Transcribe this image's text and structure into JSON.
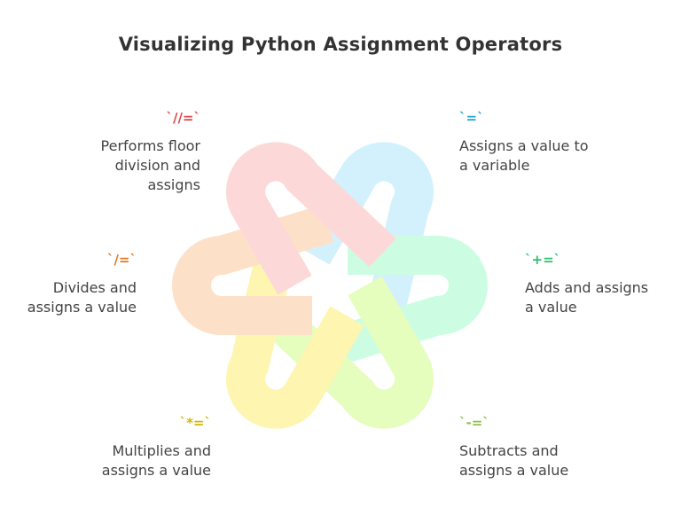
{
  "title": "Visualizing Python Assignment Operators",
  "items": [
    {
      "id": "assign",
      "op": "`=`",
      "desc": "Assigns a value to a variable",
      "color": "#1fa6d8",
      "fill": "#d3f1fd"
    },
    {
      "id": "add",
      "op": "`+=`",
      "desc": "Adds and assigns a value",
      "color": "#2fbf71",
      "fill": "#ccfde3"
    },
    {
      "id": "subtract",
      "op": "`-=`",
      "desc": "Subtracts and assigns a value",
      "color": "#8bc34a",
      "fill": "#e5fdbd"
    },
    {
      "id": "multiply",
      "op": "`*=`",
      "desc": "Multiplies and assigns a value",
      "color": "#d4b800",
      "fill": "#fef5b0"
    },
    {
      "id": "divide",
      "op": "`/=`",
      "desc": "Divides and assigns a value",
      "color": "#e07b2a",
      "fill": "#fde0c8"
    },
    {
      "id": "floordiv",
      "op": "`//=`",
      "desc": "Performs floor division and assigns",
      "color": "#e0474c",
      "fill": "#fdd8d8"
    }
  ]
}
